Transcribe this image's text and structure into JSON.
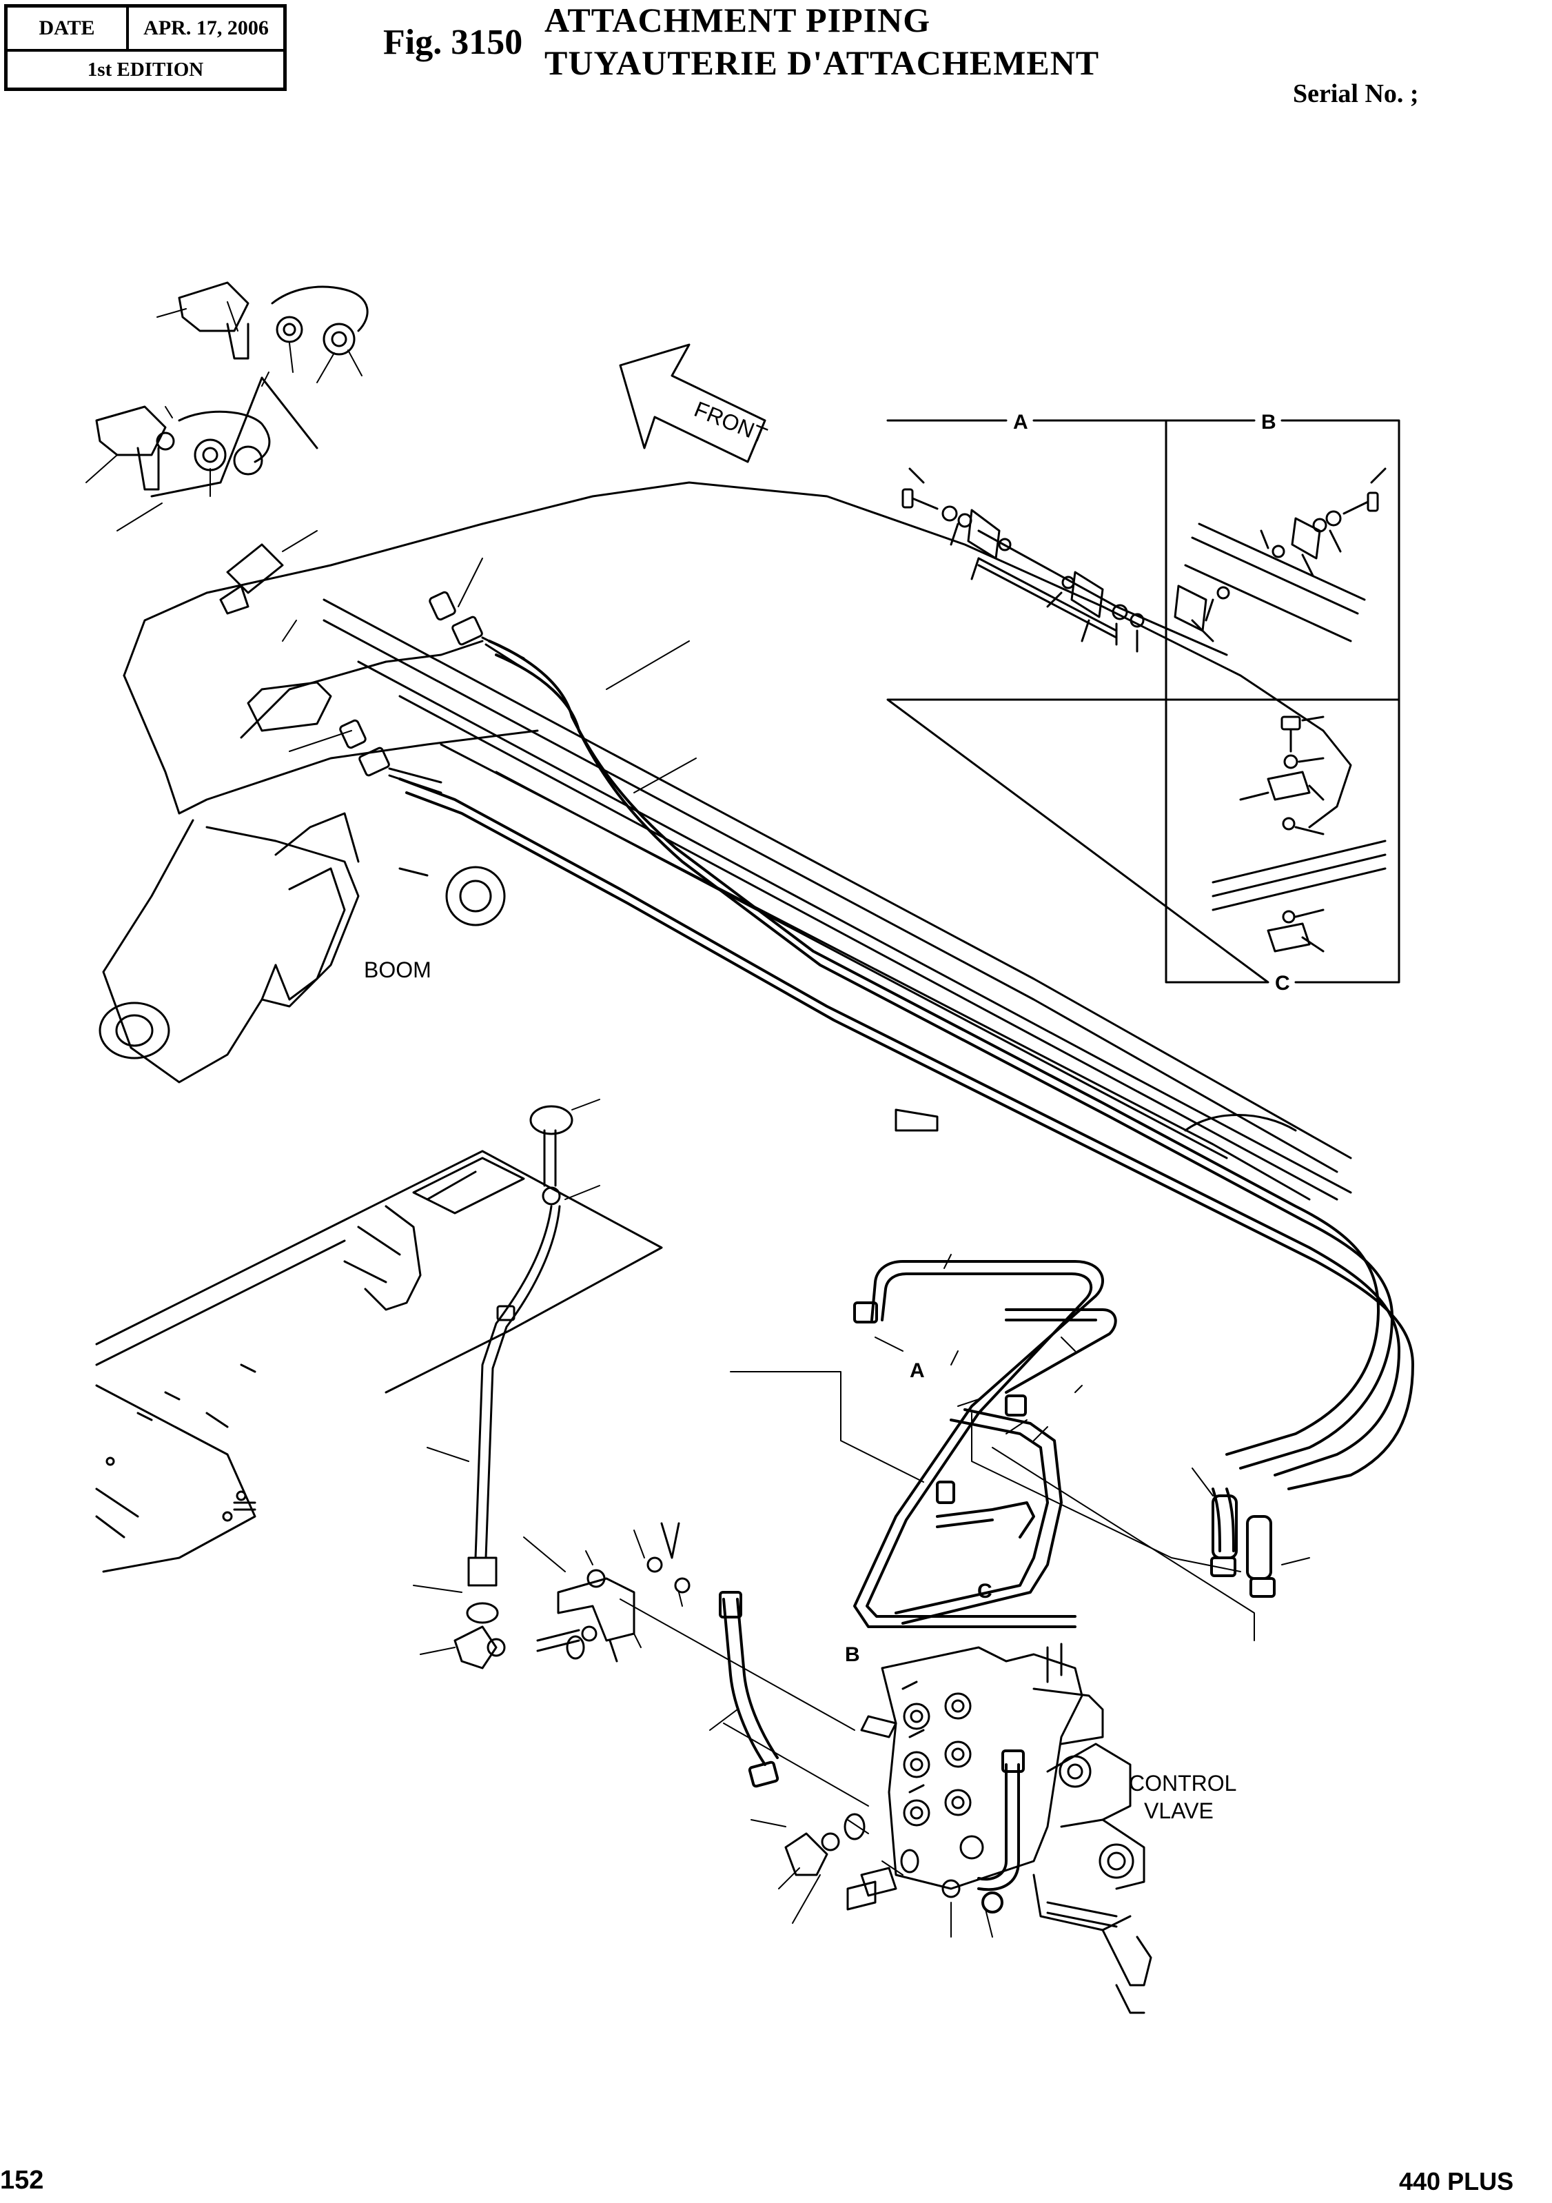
{
  "header": {
    "date_label": "DATE",
    "date_value": "APR. 17, 2006",
    "edition": "1st EDITION",
    "fig_label": "Fig. 3150",
    "title_en": "ATTACHMENT  PIPING",
    "title_fr": "TUYAUTERIE  D'ATTACHEMENT",
    "serial": "Serial No. ;"
  },
  "diagram": {
    "front_arrow": "FRONT",
    "boom_label": "BOOM",
    "control_valve_line1": "CONTROL",
    "control_valve_line2": "VLAVE",
    "detail_a": "A",
    "detail_b": "B",
    "detail_c": "C",
    "callout_a": "A",
    "callout_b": "B",
    "callout_c": "C"
  },
  "footer": {
    "page_number": "152",
    "model": "440 PLUS"
  }
}
